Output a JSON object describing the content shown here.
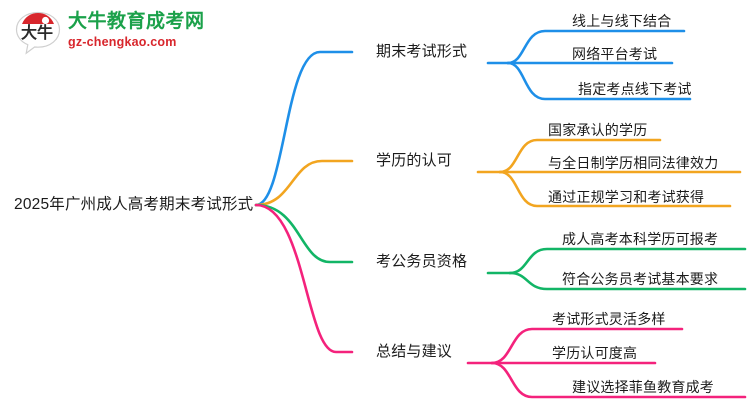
{
  "logo": {
    "mark_icon": "speech-bubble-logo-icon",
    "mark_text": "大牛",
    "name_cn": "大牛教育成考网",
    "domain": "gz-chengkao.com",
    "name_color": "#1ba14a",
    "domain_color": "#d8262c",
    "mark_arc_color": "#d8262c"
  },
  "mindmap": {
    "root": {
      "label": "2025年广州成人高考期末考试形式"
    },
    "branches": [
      {
        "label": "期末考试形式",
        "color": "#1e8fe8",
        "leaves": [
          "线上与线下结合",
          "网络平台考试",
          "指定考点线下考试"
        ]
      },
      {
        "label": "学历的认可",
        "color": "#f2a520",
        "leaves": [
          "国家承认的学历",
          "与全日制学历相同法律效力",
          "通过正规学习和考试获得"
        ]
      },
      {
        "label": "考公务员资格",
        "color": "#12b566",
        "leaves": [
          "成人高考本科学历可报考",
          "符合公务员考试基本要求"
        ]
      },
      {
        "label": "总结与建议",
        "color": "#f4227c",
        "leaves": [
          "考试形式灵活多样",
          "学历认可度高",
          "建议选择菲鱼教育成考"
        ]
      }
    ]
  }
}
